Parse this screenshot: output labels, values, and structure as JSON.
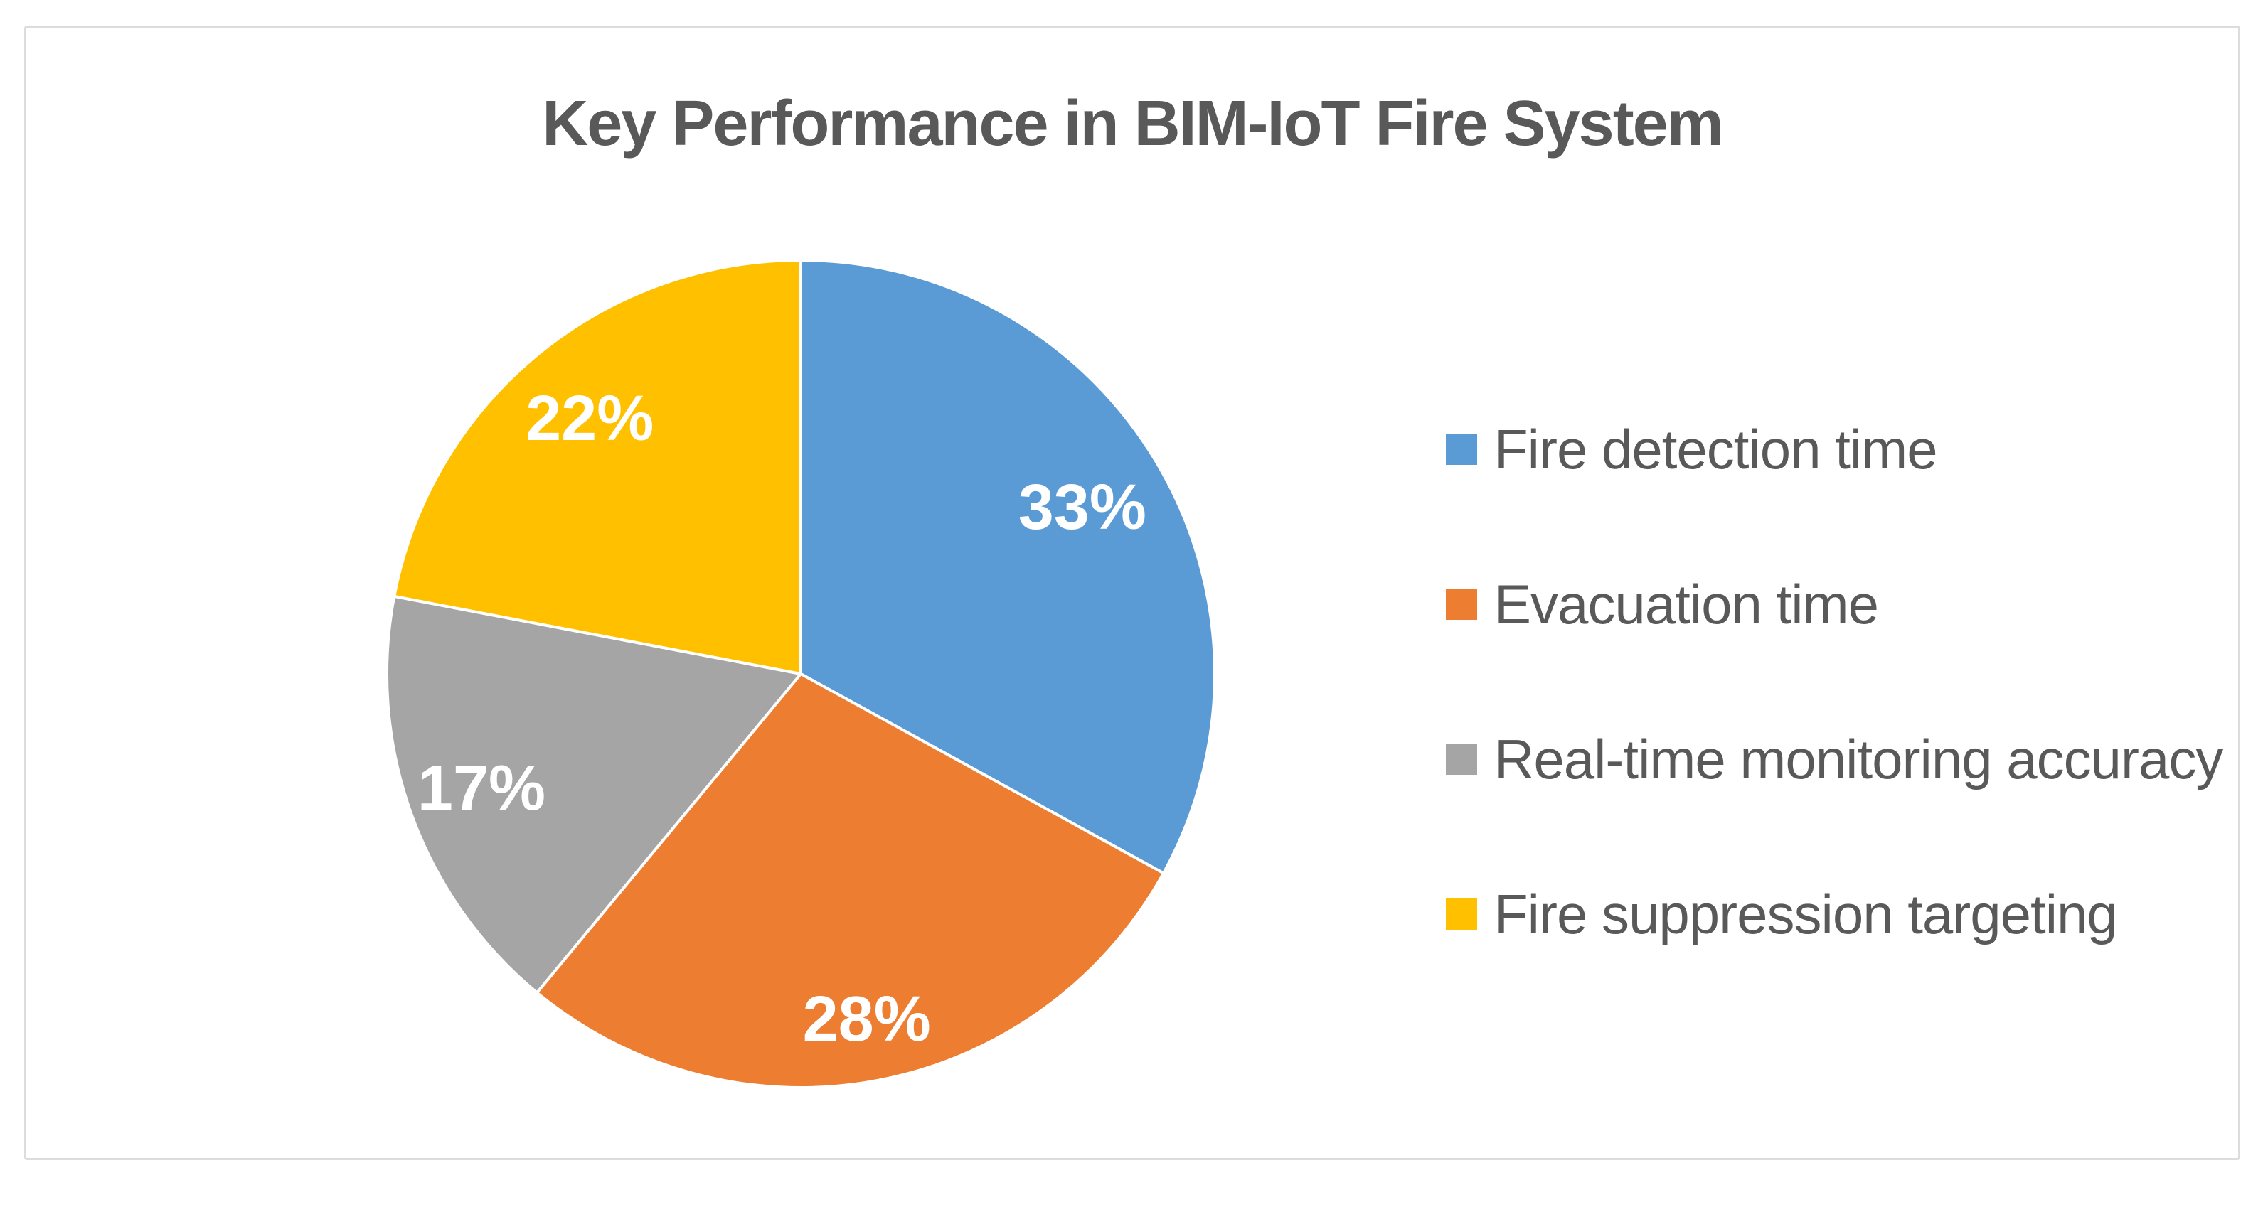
{
  "chart_data": {
    "type": "pie",
    "title": "Key Performance in BIM-IoT Fire System",
    "categories": [
      "Fire detection time",
      "Evacuation time",
      "Real-time monitoring accuracy",
      "Fire suppression targeting"
    ],
    "values": [
      33,
      28,
      17,
      22
    ],
    "data_labels": [
      "33%",
      "28%",
      "17%",
      "22%"
    ],
    "colors": [
      "#5B9BD5",
      "#ED7D31",
      "#A5A5A5",
      "#FFC000"
    ],
    "start_angle_deg": 0,
    "direction": "clockwise",
    "legend_position": "right",
    "data_label_color": "#FFFFFF",
    "title_color": "#595959",
    "legend_text_color": "#595959",
    "slice_border_color": "#FFFFFF",
    "frame_border_color": "#DCDCDC",
    "background": "#FFFFFF"
  }
}
